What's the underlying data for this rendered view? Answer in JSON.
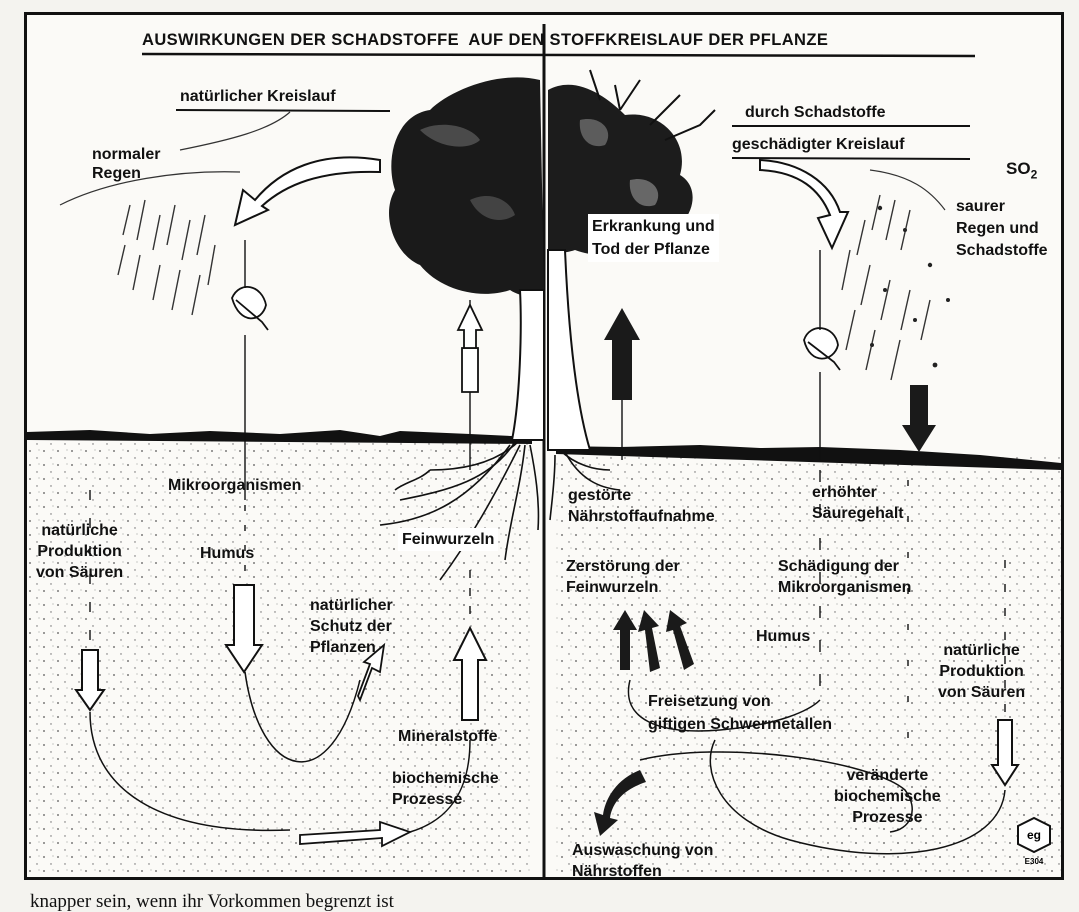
{
  "title": "AUSWIRKUNGEN DER SCHADSTOFFE  AUF DEN STOFFKREISLAUF DER PFLANZE",
  "left": {
    "heading": "natürlicher Kreislauf",
    "rain_label": [
      "normaler",
      "Regen"
    ],
    "microorganisms": "Mikroorganismen",
    "humus": "Humus",
    "acid_production": [
      "natürliche",
      "Produktion",
      "von Säuren"
    ],
    "fine_roots": "Feinwurzeln",
    "plant_protection": [
      "natürlicher",
      "Schutz der",
      "Pflanzen"
    ],
    "minerals": "Mineralstoffe",
    "biochemical": [
      "biochemische",
      "Prozesse"
    ]
  },
  "right": {
    "heading": [
      "durch  Schadstoffe",
      "geschädigter Kreislauf"
    ],
    "so2": "SO",
    "so2_sub": "2",
    "acid_rain": [
      "saurer",
      "Regen  und",
      "Schadstoffe"
    ],
    "disease": [
      "Erkrankung und",
      "Tod der Pflanze"
    ],
    "disturbed_uptake": [
      "gestörte",
      "Nährstoffaufnahme"
    ],
    "increased_acid": [
      "erhöhter",
      "Säuregehalt"
    ],
    "root_destruction": [
      "Zerstörung der",
      "Feinwurzeln"
    ],
    "microbe_damage": [
      "Schädigung der",
      "Mikroorganismen"
    ],
    "humus": "Humus",
    "acid_production": [
      "natürliche",
      "Produktion",
      "von Säuren"
    ],
    "heavy_metals": [
      "Freisetzung  von",
      "giftigen Schwermetallen"
    ],
    "changed_biochem": [
      "veränderte",
      "biochemische",
      "Prozesse"
    ],
    "leaching": [
      "Auswaschung von",
      "Nährstoffen"
    ]
  },
  "logo": {
    "mark": "eg",
    "code": "E304"
  },
  "footer_text": "knapper sein, wenn ihr Vorkommen begrenzt ist"
}
